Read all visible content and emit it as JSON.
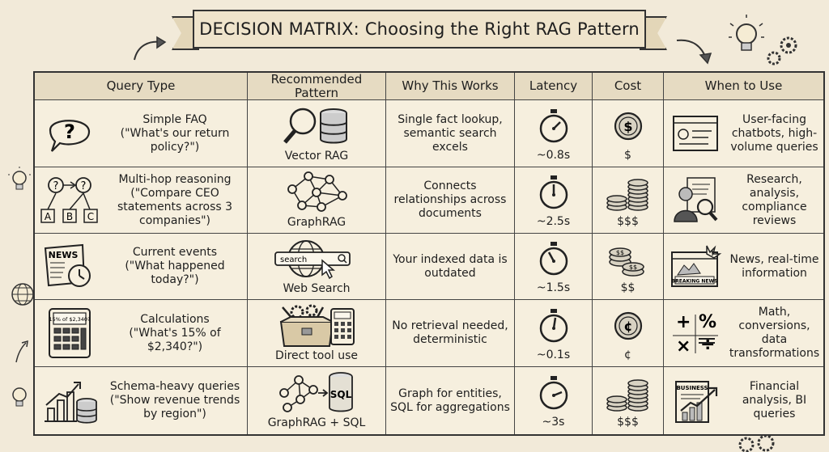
{
  "title": "DECISION MATRIX: Choosing the Right RAG Pattern",
  "headers": [
    "Query Type",
    "Recommended Pattern",
    "Why This Works",
    "Latency",
    "Cost",
    "When to Use"
  ],
  "rows": [
    {
      "query_title": "Simple FAQ",
      "query_example": "(\"What's our return policy?\")",
      "query_icon": "speech-question-icon",
      "pattern": "Vector RAG",
      "pattern_icon": "magnifier-database-icon",
      "why": "Single fact lookup, semantic search excels",
      "latency": "~0.8s",
      "cost": "$",
      "cost_icon": "single-coin-icon",
      "when": "User-facing chatbots, high-volume queries",
      "when_icon": "chat-window-icon"
    },
    {
      "query_title": "Multi-hop reasoning",
      "query_example": "(\"Compare CEO statements across 3 companies\")",
      "query_icon": "question-flow-icon",
      "query_boxes": [
        "A",
        "B",
        "C"
      ],
      "pattern": "GraphRAG",
      "pattern_icon": "graph-network-icon",
      "why": "Connects relationships across documents",
      "latency": "~2.5s",
      "cost": "$$$",
      "cost_icon": "coin-stacks-icon",
      "when": "Research, analysis, compliance reviews",
      "when_icon": "analyst-magnifier-icon"
    },
    {
      "query_title": "Current events",
      "query_example": "(\"What happened today?\")",
      "query_icon": "newspaper-clock-icon",
      "query_icon_label": "NEWS",
      "pattern": "Web Search",
      "pattern_icon": "globe-search-icon",
      "pattern_icon_label": "search",
      "why": "Your indexed data is outdated",
      "latency": "~1.5s",
      "cost": "$$",
      "cost_icon": "dollar-coins-icon",
      "when": "News, real-time information",
      "when_icon": "breaking-news-icon",
      "when_icon_label": "BREAKING NEWS"
    },
    {
      "query_title": "Calculations",
      "query_example": "(\"What's 15% of $2,340?\")",
      "query_icon": "calculator-icon",
      "query_icon_label": "15% of $2,340?",
      "pattern": "Direct tool use",
      "pattern_icon": "toolbox-calculator-icon",
      "why": "No retrieval needed, deterministic",
      "latency": "~0.1s",
      "cost": "¢",
      "cost_icon": "cent-coin-icon",
      "when": "Math, conversions, data transformations",
      "when_icon": "math-operators-icon"
    },
    {
      "query_title": "Schema-heavy queries",
      "query_example": "(\"Show revenue trends by region\")",
      "query_icon": "bar-chart-database-icon",
      "pattern": "GraphRAG + SQL",
      "pattern_icon": "graph-sql-icon",
      "pattern_icon_label": "SQL",
      "why": "Graph for entities, SQL for aggregations",
      "latency": "~3s",
      "cost": "$$$",
      "cost_icon": "coin-stacks-icon",
      "when": "Financial analysis, BI queries",
      "when_icon": "business-report-icon",
      "when_icon_label": "BUSINESS"
    }
  ]
}
